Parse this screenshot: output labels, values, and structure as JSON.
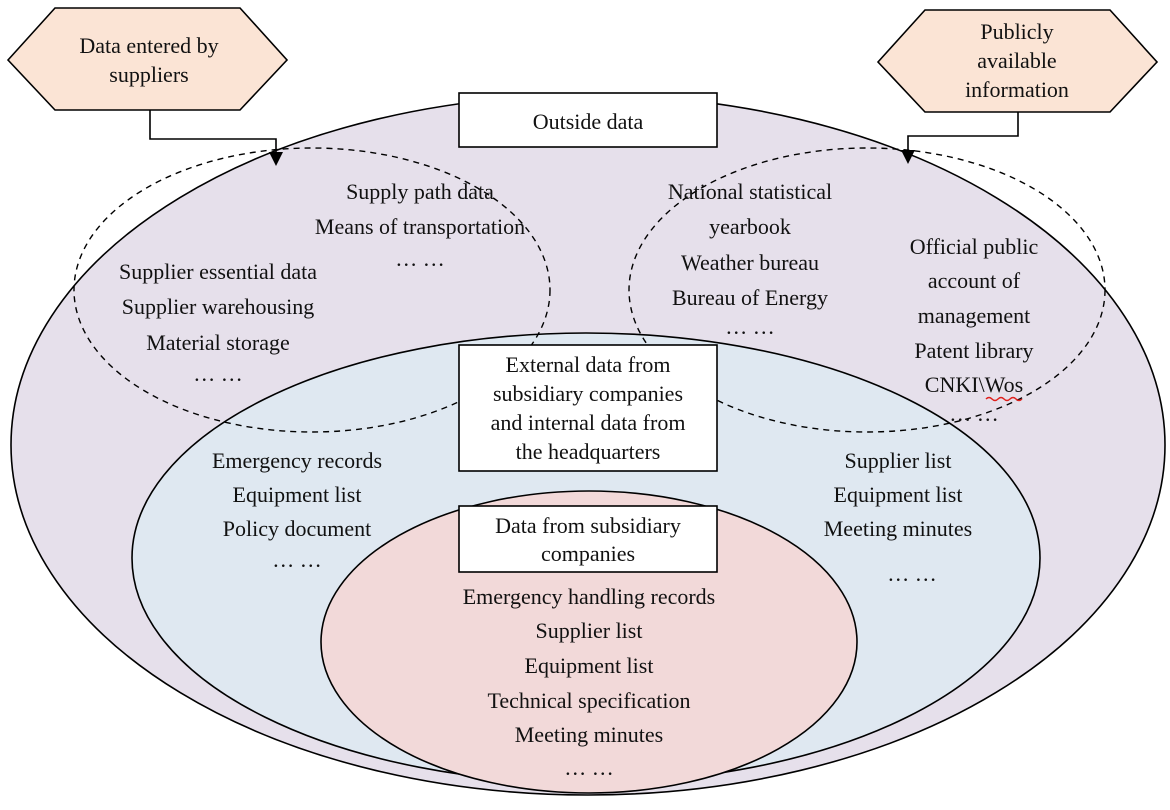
{
  "colors": {
    "outer_fill": "#e6e0eb",
    "middle_fill": "#dfe8f1",
    "inner_fill": "#f2d9d9",
    "hexagon_fill": "#fbe4d5",
    "box_fill": "#ffffff",
    "stroke": "#000000",
    "spellcheck_underline": "#e0201c"
  },
  "sources": {
    "suppliers": {
      "lines": [
        "Data entered by",
        "suppliers"
      ]
    },
    "public": {
      "lines": [
        "Publicly",
        "available",
        "information"
      ]
    }
  },
  "outer": {
    "title": "Outside data",
    "supplier_items": [
      "Supply path data",
      "Means of transportation",
      "… …",
      "Supplier essential data",
      "Supplier warehousing",
      "Material storage",
      "… …"
    ],
    "public_items_left": [
      "National statistical",
      "yearbook",
      "Weather bureau",
      "Bureau of Energy",
      "… …"
    ],
    "public_items_right": [
      "Official public",
      "account of",
      "management",
      "Patent library",
      "CNKI\\Wos",
      "… …"
    ]
  },
  "middle": {
    "title_lines": [
      "External data from",
      "subsidiary companies",
      "and internal data from",
      "the headquarters"
    ],
    "left_items": [
      "Emergency records",
      "Equipment list",
      "Policy document",
      "… …"
    ],
    "right_items": [
      "Supplier list",
      "Equipment list",
      "Meeting minutes",
      "… …"
    ]
  },
  "inner": {
    "title_lines": [
      "Data from subsidiary",
      "companies"
    ],
    "items": [
      "Emergency handling records",
      "Supplier list",
      "Equipment list",
      "Technical specification",
      "Meeting minutes",
      "… …"
    ]
  }
}
